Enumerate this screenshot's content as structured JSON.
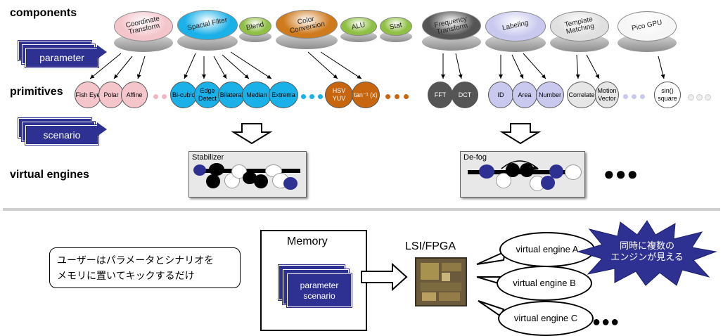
{
  "rows": {
    "components": "components",
    "primitives": "primitives",
    "virtual_engines": "virtual engines"
  },
  "parameter_label": "parameter",
  "scenario_label": "scenario",
  "components": [
    {
      "label": "Coordinate Transform",
      "color": "#f4c6cc"
    },
    {
      "label": "Spacial Filter",
      "color": "#1ab0e8"
    },
    {
      "label": "Blend",
      "color": "#8fc043"
    },
    {
      "label": "Color Conversion",
      "color": "#d07a1e"
    },
    {
      "label": "ALU",
      "color": "#8fc043"
    },
    {
      "label": "Stat",
      "color": "#8fc043"
    },
    {
      "label": "Frequency Transform",
      "color": "#555555"
    },
    {
      "label": "Labeling",
      "color": "#c9c9ef"
    },
    {
      "label": "Template Matching",
      "color": "#e0e0e0"
    },
    {
      "label": "Pico GPU",
      "color": "#f6f6f6"
    }
  ],
  "primitives": [
    {
      "label": "Fish Eye",
      "color": "#f4c6cc"
    },
    {
      "label": "Polar",
      "color": "#f4c6cc"
    },
    {
      "label": "Affine",
      "color": "#f4c6cc"
    },
    {
      "label": "Bi-cubic",
      "color": "#1ab0e8"
    },
    {
      "label": "Edge Detect",
      "color": "#1ab0e8"
    },
    {
      "label": "Bilateral",
      "color": "#1ab0e8"
    },
    {
      "label": "Median",
      "color": "#1ab0e8"
    },
    {
      "label": "Extrema",
      "color": "#1ab0e8"
    },
    {
      "label": "HSV YUV",
      "color": "#c7660f"
    },
    {
      "label": "tan⁻¹ (x)",
      "color": "#c7660f"
    },
    {
      "label": "FFT",
      "color": "#555555"
    },
    {
      "label": "DCT",
      "color": "#555555"
    },
    {
      "label": "ID",
      "color": "#c9c9ef"
    },
    {
      "label": "Area",
      "color": "#c9c9ef"
    },
    {
      "label": "Number",
      "color": "#c9c9ef"
    },
    {
      "label": "Correlate",
      "color": "#e6e6e6"
    },
    {
      "label": "Motion Vector",
      "color": "#e6e6e6"
    },
    {
      "label": "sin() square",
      "color": "#ffffff"
    }
  ],
  "engines": {
    "stabilizer": "Stabilizer",
    "defog": "De-fog",
    "more": "●●●"
  },
  "bottom": {
    "note_line1": "ユーザーはパラメータとシナリオを",
    "note_line2": "メモリに置いてキックするだけ",
    "memory": "Memory",
    "memory_card_line1": "parameter",
    "memory_card_line2": "scenario",
    "chip_label": "LSI/FPGA",
    "engine_a": "virtual engine A",
    "engine_b": "virtual engine B",
    "engine_c": "virtual engine C",
    "more": "●●●",
    "burst_line1": "同時に複数の",
    "burst_line2": "エンジンが見える"
  }
}
